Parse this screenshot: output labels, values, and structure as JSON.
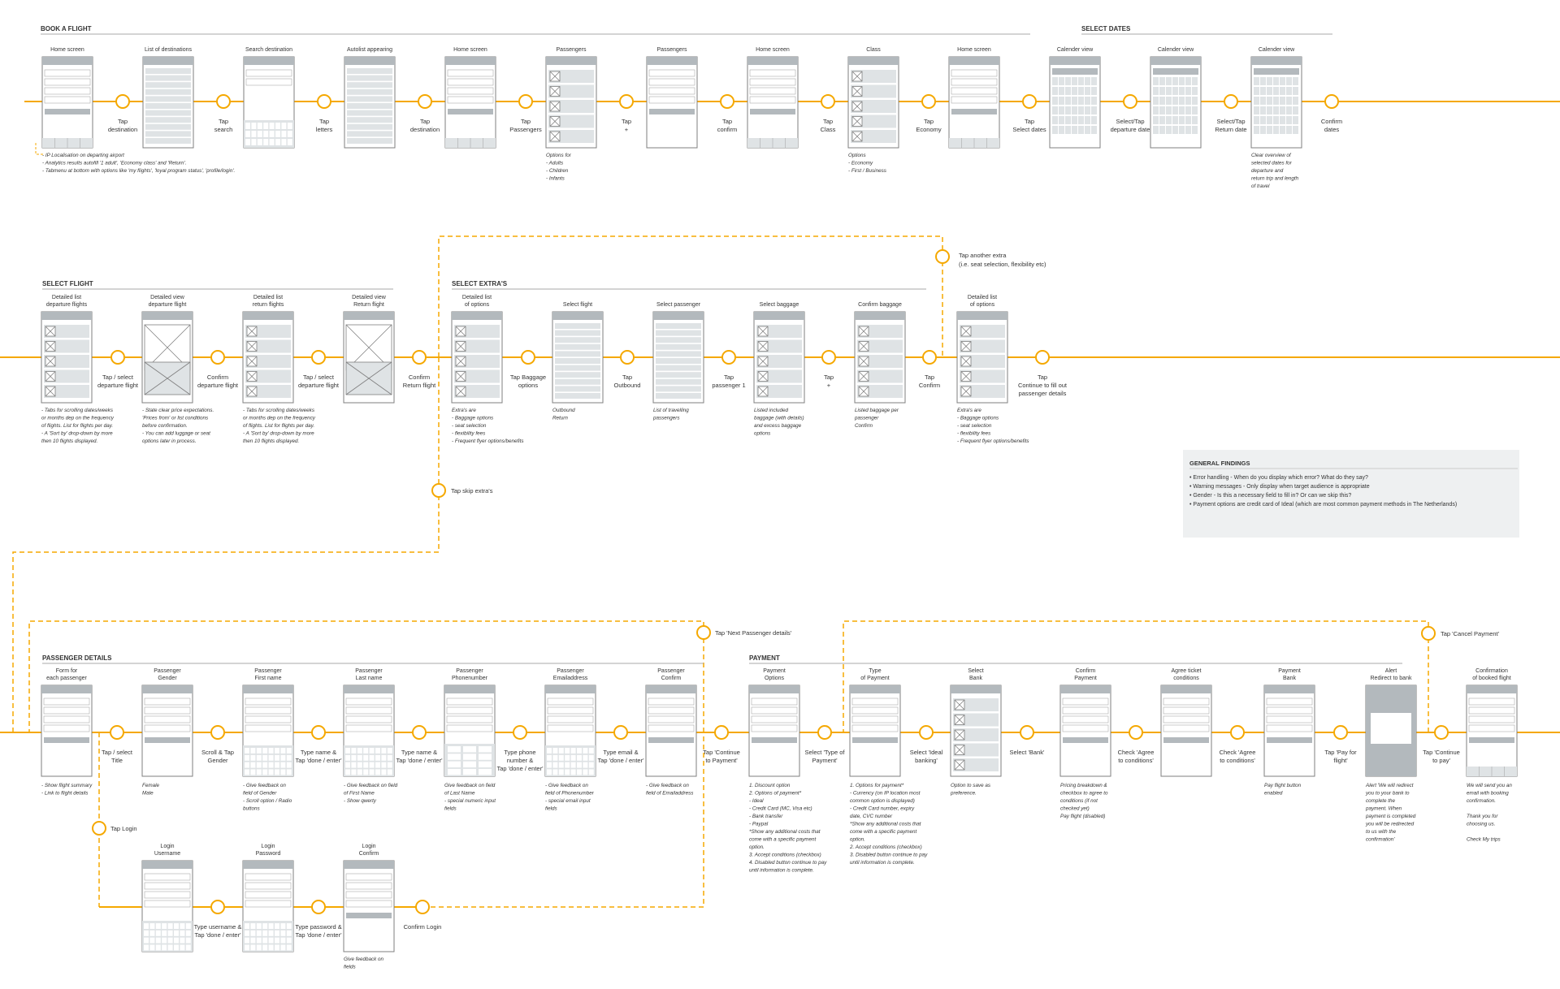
{
  "sections": {
    "book_a_flight": "BOOK A FLIGHT",
    "select_dates": "SELECT DATES",
    "select_flight": "SELECT FLIGHT",
    "select_extras": "SELECT EXTRA'S",
    "passenger_details": "PASSENGER DETAILS",
    "payment": "PAYMENT"
  },
  "row1": {
    "screens": [
      {
        "label": [
          "Home screen"
        ],
        "type": "home"
      },
      {
        "label": [
          "List of destinations"
        ],
        "type": "list"
      },
      {
        "label": [
          "Search destination"
        ],
        "type": "search"
      },
      {
        "label": [
          "Autolist appearing"
        ],
        "type": "list"
      },
      {
        "label": [
          "Home screen"
        ],
        "type": "home"
      },
      {
        "label": [
          "Passengers"
        ],
        "type": "options"
      },
      {
        "label": [
          "Passengers"
        ],
        "type": "form"
      },
      {
        "label": [
          "Home screen"
        ],
        "type": "home"
      },
      {
        "label": [
          "Class"
        ],
        "type": "options"
      },
      {
        "label": [
          "Home screen"
        ],
        "type": "home"
      },
      {
        "label": [
          "Calender view"
        ],
        "type": "calendar"
      },
      {
        "label": [
          "Calender view"
        ],
        "type": "calendar"
      },
      {
        "label": [
          "Calender view"
        ],
        "type": "calendar"
      }
    ],
    "actions": [
      [
        "Tap",
        "destination"
      ],
      [
        "Tap",
        "search"
      ],
      [
        "Tap",
        "letters"
      ],
      [
        "Tap",
        "destination"
      ],
      [
        "Tap",
        "Passengers"
      ],
      [
        "Tap",
        "+"
      ],
      [
        "Tap",
        "confirm"
      ],
      [
        "Tap",
        "Class"
      ],
      [
        "Tap",
        "Economy"
      ],
      [
        "Tap",
        "Select dates"
      ],
      [
        "Select/Tap",
        "departure date"
      ],
      [
        "Select/Tap",
        "Return date"
      ],
      [
        "Confirm",
        "dates"
      ]
    ],
    "notes": [
      {
        "screen": 0,
        "lines": [
          "- IP Localisation on departing airport",
          "- Analytics results autofill '1 adult', 'Economy class' and 'Return'.",
          "- Tabmenu at bottom with options like 'my flights', 'loyal program status', 'profile/login'."
        ]
      },
      {
        "screen": 5,
        "lines": [
          "Options for",
          "- Adults",
          "- Children",
          "- Infants"
        ]
      },
      {
        "screen": 8,
        "lines": [
          "Options",
          "- Economy",
          "- First / Business"
        ]
      },
      {
        "screen": 12,
        "lines": [
          "Clear overview of",
          "selected dates for",
          "departure and",
          "return trip and length",
          "of travel"
        ]
      }
    ]
  },
  "row2": {
    "screens": [
      {
        "label": [
          "Detailed list",
          "departure flights"
        ],
        "type": "options"
      },
      {
        "label": [
          "Detailed view",
          "departure flight"
        ],
        "type": "detail"
      },
      {
        "label": [
          "Detailed list",
          "return flights"
        ],
        "type": "options"
      },
      {
        "label": [
          "Detailed view",
          "Return flight"
        ],
        "type": "detail"
      },
      {
        "label": [
          "Detailed list",
          "of options"
        ],
        "type": "options"
      },
      {
        "label": [
          "Select flight"
        ],
        "type": "list"
      },
      {
        "label": [
          "Select passenger"
        ],
        "type": "list"
      },
      {
        "label": [
          "Select baggage"
        ],
        "type": "options"
      },
      {
        "label": [
          "Confirm baggage"
        ],
        "type": "options"
      },
      {
        "label": [
          "Detailed list",
          "of options"
        ],
        "type": "options"
      }
    ],
    "actions": [
      [
        "Tap / select",
        "departure flight"
      ],
      [
        "Confirm",
        "departure flight"
      ],
      [
        "Tap / select",
        "departure flight"
      ],
      [
        "Confirm",
        "Return flight"
      ],
      [
        "Tap Baggage",
        "options"
      ],
      [
        "Tap",
        "Outbound"
      ],
      [
        "Tap",
        "passenger 1"
      ],
      [
        "Tap",
        "+"
      ],
      [
        "Tap",
        "Confirm"
      ],
      [
        "Tap",
        "Continue to fill out",
        "passenger details"
      ]
    ],
    "notes": [
      {
        "screen": 0,
        "lines": [
          "- Tabs for scrolling dates/weeks",
          "or months dep on the frequency",
          "of flights. List for flights per day.",
          "- A 'Sort by' drop-down by more",
          "then 10 flights displayed."
        ]
      },
      {
        "screen": 1,
        "lines": [
          "- State clear price expectations.",
          "'Prices from' or list conditions",
          "before confirmation.",
          "- You can add luggage or seat",
          "options later in process."
        ]
      },
      {
        "screen": 2,
        "lines": [
          "- Tabs for scrolling dates/weeks",
          "or months dep on the frequency",
          "of flights. List for flights per day.",
          "- A 'Sort by' drop-down by more",
          "then 10 flights displayed."
        ]
      },
      {
        "screen": 4,
        "lines": [
          "Extra's are",
          "- Baggage options",
          "- seat selection",
          "- flexibility fees",
          "- Frequent flyer options/benefits"
        ]
      },
      {
        "screen": 5,
        "lines": [
          "Outbound",
          "Return"
        ]
      },
      {
        "screen": 6,
        "lines": [
          "List of travelling",
          "passengers"
        ]
      },
      {
        "screen": 7,
        "lines": [
          "Listed included",
          "baggage (with details)",
          "and excess baggage",
          "options"
        ]
      },
      {
        "screen": 8,
        "lines": [
          "Listed baggage per",
          "passenger",
          "Confirm"
        ]
      },
      {
        "screen": 9,
        "lines": [
          "Extra's are",
          "- Baggage options",
          "- seat selection",
          "- flexibility fees",
          "- Frequent flyer options/benefits"
        ]
      }
    ],
    "loop_top": [
      "Tap another extra",
      "(i.e. seat selection, flexibility etc)"
    ],
    "loop_skip": "Tap skip extra's"
  },
  "general_findings": {
    "title": "GENERAL FINDINGS",
    "items": [
      "• Error handling - When do you display which error? What do they say?",
      "• Warning messages - Only display when target audience is appropriate",
      "• Gender - Is this a necessary field to fill in? Or can we skip this?",
      "• Payment options are credit card of Ideal (which are most common payment methods in The Netherlands)"
    ]
  },
  "row3": {
    "screens": [
      {
        "label": [
          "Form for",
          "each passenger"
        ],
        "type": "form"
      },
      {
        "label": [
          "Passenger",
          "Gender"
        ],
        "type": "form"
      },
      {
        "label": [
          "Passenger",
          "First name"
        ],
        "type": "keyboard"
      },
      {
        "label": [
          "Passenger",
          "Last name"
        ],
        "type": "keyboard"
      },
      {
        "label": [
          "Passenger",
          "Phonenumber"
        ],
        "type": "numpad"
      },
      {
        "label": [
          "Passenger",
          "Emailaddress"
        ],
        "type": "keyboard"
      },
      {
        "label": [
          "Passenger",
          "Confirm"
        ],
        "type": "form"
      },
      {
        "label": [
          "Payment",
          "Options"
        ],
        "type": "form"
      },
      {
        "label": [
          "Type",
          "of Payment"
        ],
        "type": "form"
      },
      {
        "label": [
          "Select",
          "Bank"
        ],
        "type": "options"
      },
      {
        "label": [
          "Confirm",
          "Payment"
        ],
        "type": "form"
      },
      {
        "label": [
          "Agree ticket",
          "conditions"
        ],
        "type": "form"
      },
      {
        "label": [
          "Payment",
          "Bank"
        ],
        "type": "form"
      },
      {
        "label": [
          "Alert",
          "Redirect to bank"
        ],
        "type": "alert"
      },
      {
        "label": [
          "Confirmation",
          "of booked flight"
        ],
        "type": "home"
      }
    ],
    "actions": [
      [
        "Tap / select",
        "Title"
      ],
      [
        "Scroll & Tap",
        "Gender"
      ],
      [
        "Type name &",
        "Tap 'done / enter'"
      ],
      [
        "Type name &",
        "Tap 'done / enter'"
      ],
      [
        "Type phone",
        "number &",
        "Tap 'done / enter'"
      ],
      [
        "Type email &",
        "Tap 'done / enter'"
      ],
      [
        "Tap 'Continue",
        "to Payment'"
      ],
      [
        "Select 'Type of",
        "Payment'"
      ],
      [
        "Select 'Ideal",
        "banking'"
      ],
      [
        "Select 'Bank'"
      ],
      [
        "Check 'Agree",
        "to conditions'"
      ],
      [
        "Check 'Agree",
        "to conditions'"
      ],
      [
        "Tap 'Pay for",
        "flight'"
      ],
      [
        "Tap 'Continue",
        "to pay'"
      ]
    ],
    "notes": [
      {
        "screen": 0,
        "lines": [
          "- Show flight summary",
          "- Link to flight details"
        ]
      },
      {
        "screen": 1,
        "lines": [
          "Female",
          "Male"
        ]
      },
      {
        "screen": 2,
        "lines": [
          "- Give feedback on",
          "field of Gender",
          "- Scroll option / Radio",
          "buttons"
        ]
      },
      {
        "screen": 3,
        "lines": [
          "- Give feedback on field",
          "of First Name",
          "- Show qwerty"
        ]
      },
      {
        "screen": 4,
        "lines": [
          "Give feedback on field",
          "of Last Name",
          "- special numeric input",
          "fields"
        ]
      },
      {
        "screen": 5,
        "lines": [
          "- Give feedback on",
          "field of Phonenumber",
          "- special email input",
          "fields"
        ]
      },
      {
        "screen": 6,
        "lines": [
          "- Give feedback on",
          "field of Emailaddress"
        ]
      },
      {
        "screen": 7,
        "lines": [
          "1. Discount option",
          "2. Options of payment*",
          "- Ideal",
          "- Credit Card (MC, Visa etc)",
          "- Bank transfer",
          "- Paypal",
          "*Show any additional costs that",
          "come with a specific payment",
          "option.",
          "3. Accept conditions (checkbox)",
          "4. Disabled button continue to pay",
          "until information is complete."
        ]
      },
      {
        "screen": 8,
        "lines": [
          "1. Options for payment*",
          "- Currency (on IP location most",
          "common option is displayed)",
          "- Credit Card number, expiry",
          "date, CVC number",
          "*Show any additional costs that",
          "come with a specific payment",
          "option.",
          "2. Accept conditions (checkbox)",
          "3. Disabled button continue to pay",
          "until information is complete."
        ]
      },
      {
        "screen": 9,
        "lines": [
          "Option to save as",
          "preference."
        ]
      },
      {
        "screen": 10,
        "lines": [
          "Pricing breakdown &",
          "checkbox to agree to",
          "conditions (if not",
          "checked yet)",
          "Pay flight (disabled)"
        ]
      },
      {
        "screen": 12,
        "lines": [
          "Pay flight button",
          "enabled"
        ]
      },
      {
        "screen": 13,
        "lines": [
          "Alert 'We will redirect",
          "you to your bank to",
          "complete the",
          "payment. When",
          "payment is completed",
          "you will be redirected",
          "to us with the",
          "confirmation'"
        ]
      },
      {
        "screen": 14,
        "lines": [
          "We will send you an",
          "email with booking",
          "confirmation.",
          "",
          "Thank you for",
          "choosing us.",
          "",
          "Check My trips"
        ]
      }
    ],
    "loop_next": "Tap 'Next Passenger details'",
    "loop_cancel": "Tap 'Cancel Payment'",
    "login_tap": "Tap Login"
  },
  "login": {
    "screens": [
      {
        "label": [
          "Login",
          "Username"
        ],
        "type": "keyboard"
      },
      {
        "label": [
          "Login",
          "Password"
        ],
        "type": "keyboard"
      },
      {
        "label": [
          "Login",
          "Confirm"
        ],
        "type": "form"
      }
    ],
    "actions": [
      [
        "Type username &",
        "Tap 'done / enter'"
      ],
      [
        "Type password &",
        "Tap 'done / enter'"
      ],
      [
        "Confirm Login"
      ]
    ],
    "notes": [
      {
        "screen": 2,
        "lines": [
          "Give feedback on",
          "fields"
        ]
      }
    ]
  },
  "colors": {
    "accent": "#f5a800",
    "frame": "#7f7f7f",
    "header": "#b3b9bd",
    "fill": "#dfe3e5",
    "panel": "#eef0f1"
  }
}
